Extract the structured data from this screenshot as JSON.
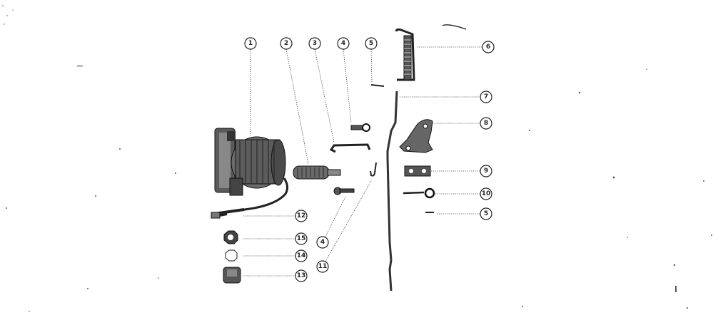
{
  "diagram": {
    "callouts": [
      {
        "id": "c1",
        "label": "1"
      },
      {
        "id": "c2",
        "label": "2"
      },
      {
        "id": "c3",
        "label": "3"
      },
      {
        "id": "c4a",
        "label": "4"
      },
      {
        "id": "c5a",
        "label": "5"
      },
      {
        "id": "c6",
        "label": "6"
      },
      {
        "id": "c7",
        "label": "7"
      },
      {
        "id": "c8",
        "label": "8"
      },
      {
        "id": "c9",
        "label": "9"
      },
      {
        "id": "c10",
        "label": "10"
      },
      {
        "id": "c5b",
        "label": "5"
      },
      {
        "id": "c12",
        "label": "12"
      },
      {
        "id": "c15",
        "label": "15"
      },
      {
        "id": "c14",
        "label": "14"
      },
      {
        "id": "c13",
        "label": "13"
      },
      {
        "id": "c4b",
        "label": "4"
      },
      {
        "id": "c11",
        "label": "11"
      }
    ]
  }
}
